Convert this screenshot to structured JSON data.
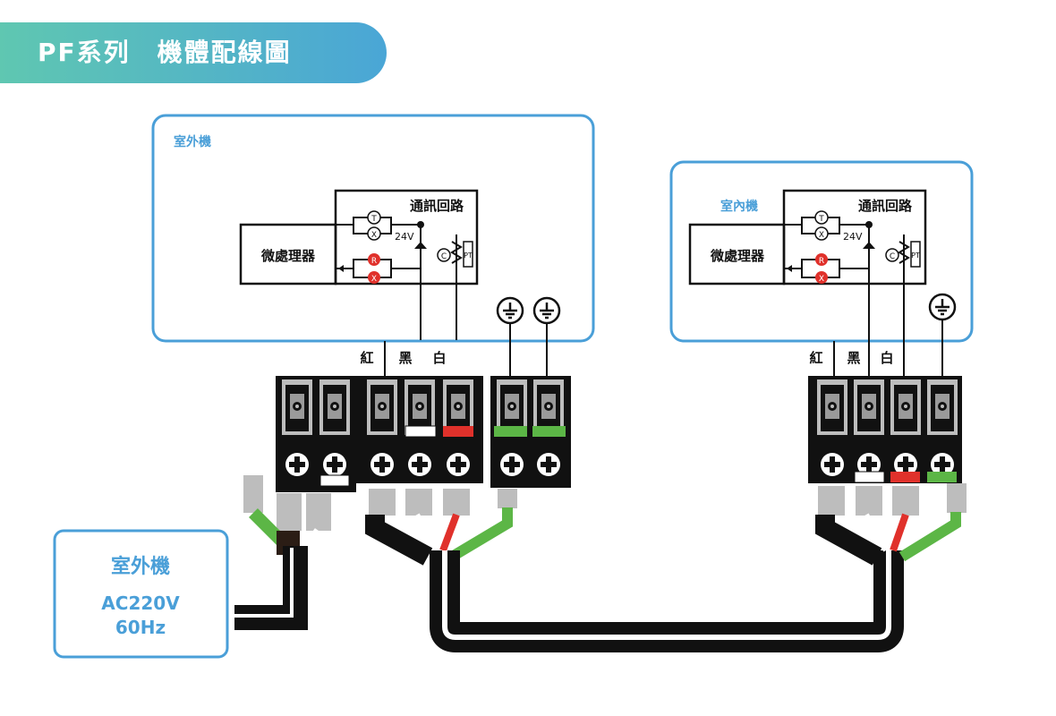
{
  "title": "PF系列　機體配線圖",
  "outdoor_box_label": "室外機",
  "indoor_box_label": "室內機",
  "comm_circuit_label": "通訊回路",
  "microprocessor_label": "微處理器",
  "voltage_label": "24V",
  "comp_t": "T",
  "comp_x": "X",
  "comp_r": "R",
  "comp_c": "C",
  "comp_pt": "PT",
  "wire_colors": {
    "red": "紅",
    "black": "黑",
    "white": "白"
  },
  "power_box": {
    "label": "室外機",
    "voltage": "AC220V",
    "frequency": "60Hz"
  },
  "colors": {
    "accent": "#4a9fd8",
    "teal": "#5fc7b1",
    "wire_red": "#e0312b",
    "wire_green": "#5cb646",
    "terminal": "#111111"
  }
}
